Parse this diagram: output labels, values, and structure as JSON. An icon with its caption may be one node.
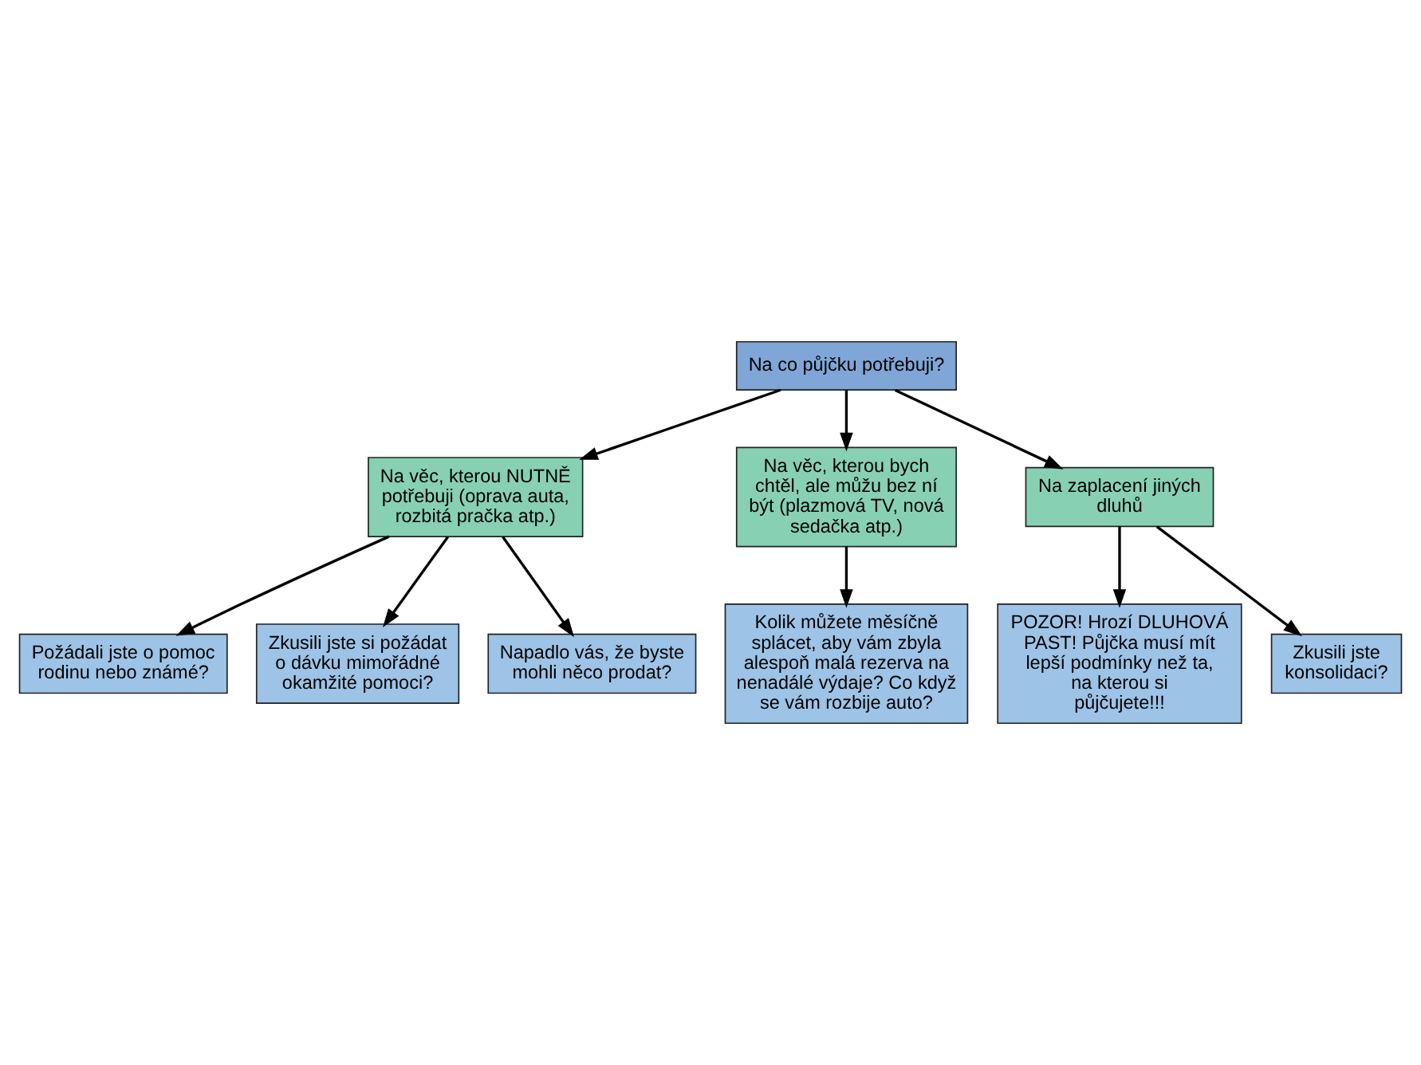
{
  "diagram": {
    "nodes": [
      {
        "text": [
          "Na co půjčku potřebuji?"
        ]
      },
      {
        "text": [
          "Na věc, kterou NUTNĚ potřebuji (oprava auta, rozbitá pračka atp.)"
        ]
      },
      {
        "text": [
          "Na věc, kterou bych chtěl, ale můžu bez ní být (plazmová TV, nová sedačka atp.)"
        ]
      },
      {
        "text": [
          "Na zaplacení jiných dluhů"
        ]
      },
      {
        "text": [
          "Požádali jste o pomoc rodinu nebo známé?"
        ]
      },
      {
        "text": [
          "Zkusili jste si požádat o dávku mimořádné okamžité pomoci?"
        ]
      },
      {
        "text": [
          "Napadlo vás, že byste mohli něco prodat?"
        ]
      },
      {
        "text": [
          "Kolik můžete měsíčně splácet, aby vám zbyla alespoň malá rezerva na nenadálé výdaje? Co když se vám rozbije auto?"
        ]
      },
      {
        "text": [
          "POZOR! Hrozí DLUHOVÁ PAST! Půjčka musí mít lepší podmínky než ta, na kterou si půjčujete!!!"
        ]
      },
      {
        "text": [
          "Zkusili jste konsolidaci?"
        ]
      }
    ],
    "edges": [
      {
        "from": 0,
        "to": 1,
        "arrow": "to"
      },
      {
        "from": 0,
        "to": 2,
        "arrow": "to"
      },
      {
        "from": 0,
        "to": 3,
        "arrow": "to"
      },
      {
        "from": 1,
        "to": 4,
        "arrow": "to"
      },
      {
        "from": 1,
        "to": 5,
        "arrow": "to"
      },
      {
        "from": 1,
        "to": 6,
        "arrow": "to"
      },
      {
        "from": 2,
        "to": 7,
        "arrow": "to"
      },
      {
        "from": 3,
        "to": 8,
        "arrow": "to"
      },
      {
        "from": 3,
        "to": 9,
        "arrow": "to"
      }
    ]
  }
}
